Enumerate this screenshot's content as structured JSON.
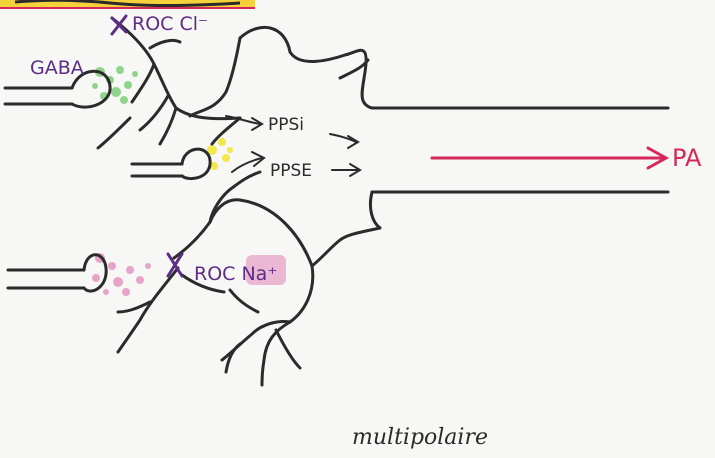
{
  "labels": {
    "gaba": "GABA",
    "roc_cl": "ROC Cl⁻",
    "ppsi": "PPSi",
    "ppse": "PPSE",
    "roc_na": "ROC Na⁺",
    "pa": "PA",
    "caption": "multipolaire"
  },
  "colors": {
    "ink": "#2b2b2b",
    "purple": "#5b2d86",
    "gaba_green": "#8fd48a",
    "yellow": "#f2e84a",
    "pink": "#e7a3c8",
    "action_potential": "#d6275a",
    "highlight_bar": "#f5d23a"
  }
}
